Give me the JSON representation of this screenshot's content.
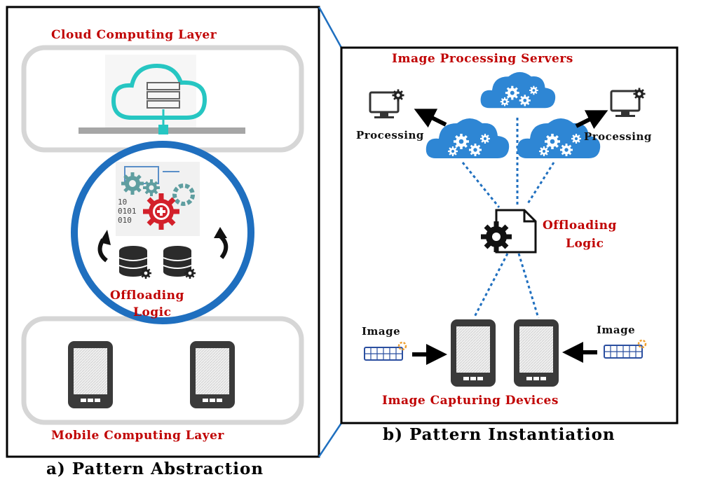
{
  "panel_a": {
    "top_label": "Cloud Computing Layer",
    "bottom_label": "Mobile Computing Layer",
    "logic_label_1": "Offloading",
    "logic_label_2": "Logic",
    "caption": "a) Pattern Abstraction"
  },
  "panel_b": {
    "servers_label": "Image Processing Servers",
    "processing_left": "Processing",
    "processing_right": "Processing",
    "logic_label_1": "Offloading",
    "logic_label_2": "Logic",
    "image_left": "Image",
    "image_right": "Image",
    "devices_label": "Image Capturing Devices",
    "caption": "b) Pattern Instantiation"
  },
  "colors": {
    "red_label": "#c00000",
    "cloud_blue": "#2e86d4",
    "ring_blue": "#1f6fbf",
    "teal": "#26c6c2",
    "gray_layer": "#d6d6d6",
    "gear_red": "#d3202a"
  },
  "icons": [
    "cloud-server-icon",
    "gear-icon",
    "database-icon",
    "tablet-icon",
    "monitor-icon",
    "cloud-gears-icon",
    "document-gear-icon",
    "image-card-icon"
  ]
}
